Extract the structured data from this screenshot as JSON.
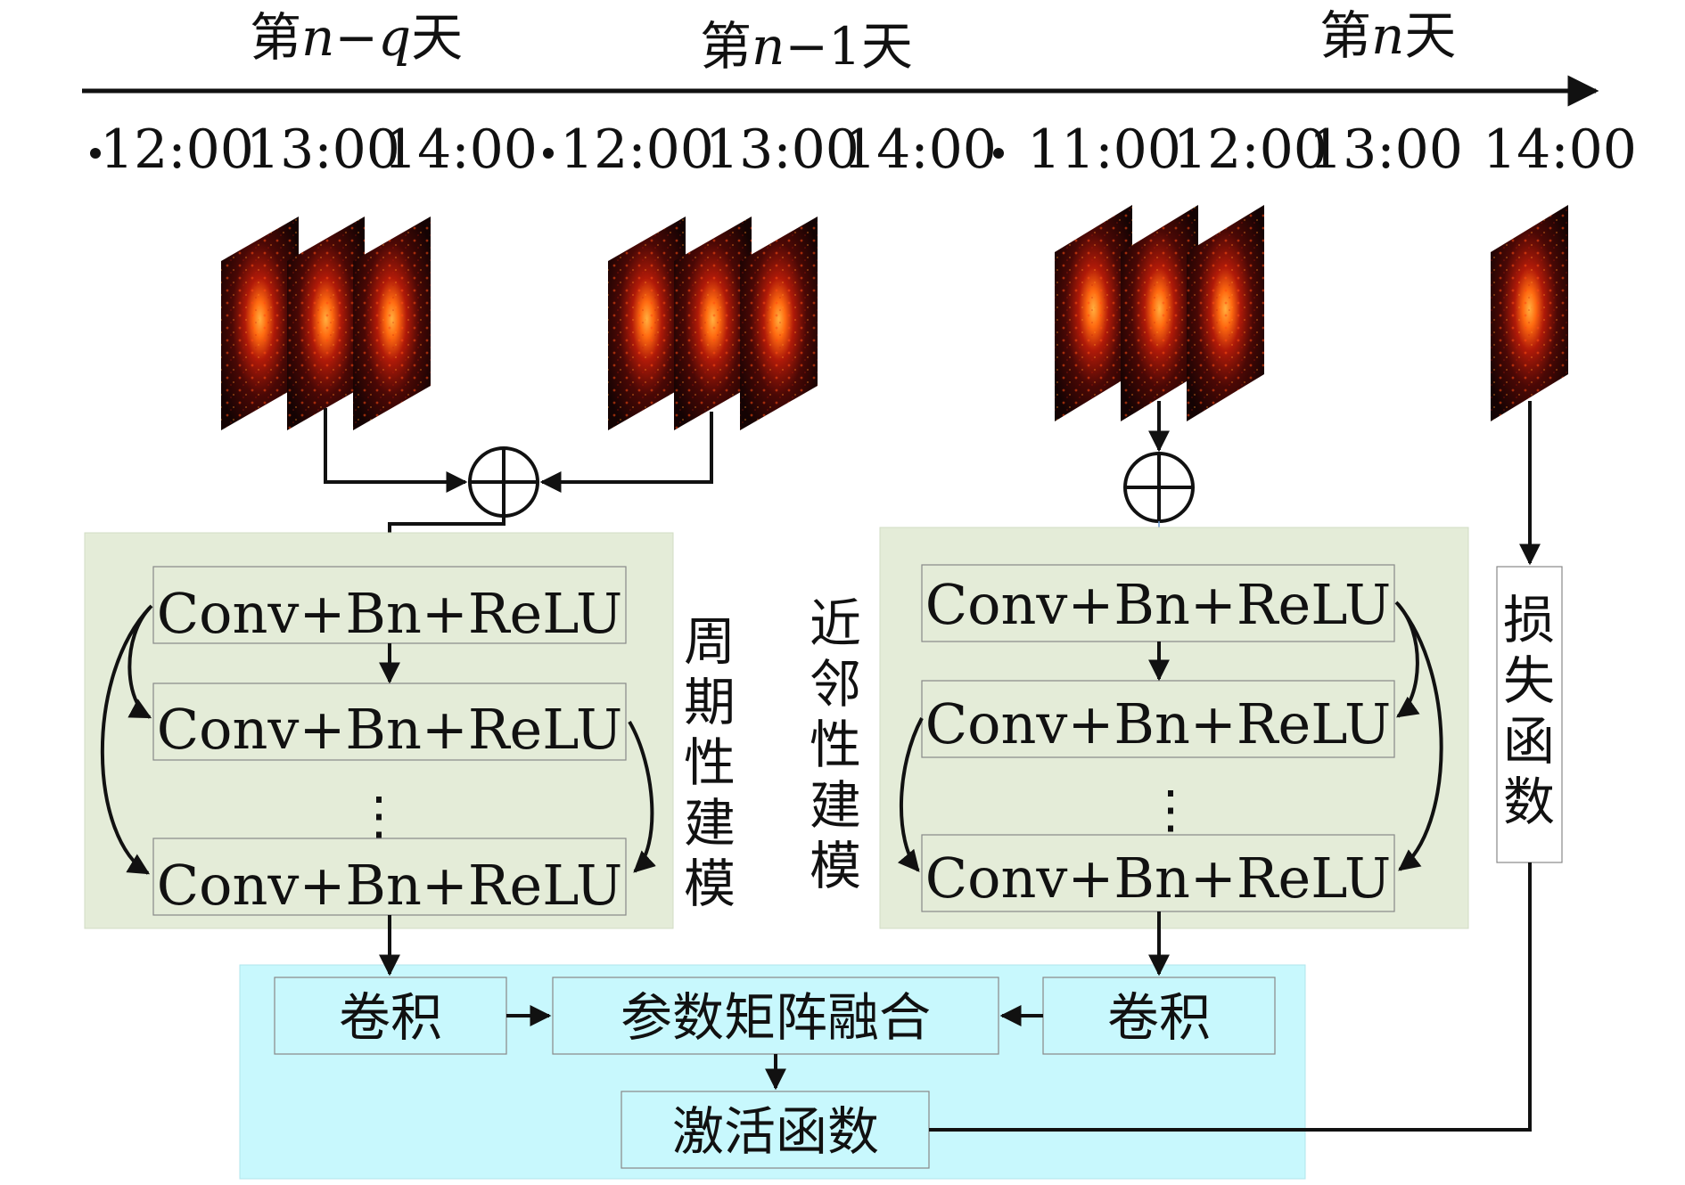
{
  "timeline": {
    "day_labels": [
      {
        "prefix": "第",
        "var": "n",
        "suffix_math": "−q",
        "suffix": "天"
      },
      {
        "prefix": "第",
        "var": "n",
        "suffix_math": "−1",
        "suffix": "天"
      },
      {
        "prefix": "第",
        "var": "n",
        "suffix_math": "",
        "suffix": "天"
      }
    ],
    "times": [
      "12:00",
      "13:00",
      "14:00",
      "12:00",
      "13:00",
      "14:00",
      "11:00",
      "12:00",
      "13:00",
      "14:00"
    ]
  },
  "periodic": {
    "blocks": [
      "Conv+Bn+ReLU",
      "Conv+Bn+ReLU",
      "Conv+Bn+ReLU"
    ],
    "ellipsis": "⋮",
    "side_label": [
      "周",
      "期",
      "性",
      "建",
      "模"
    ]
  },
  "neighbor": {
    "blocks": [
      "Conv+Bn+ReLU",
      "Conv+Bn+ReLU",
      "Conv+Bn+ReLU"
    ],
    "ellipsis": "⋮",
    "side_label": [
      "近",
      "邻",
      "性",
      "建",
      "模"
    ]
  },
  "loss": {
    "label": [
      "损",
      "失",
      "函",
      "数"
    ]
  },
  "fusion": {
    "conv_left": "卷积",
    "conv_right": "卷积",
    "matrix_fusion": "参数矩阵融合",
    "activation": "激活函数"
  },
  "colors": {
    "green_panel": "#e4ecd8",
    "cyan_panel": "#c8f8fd",
    "heatmap_bg": "#1a0505",
    "heatmap_hot": "#ff6a10"
  }
}
